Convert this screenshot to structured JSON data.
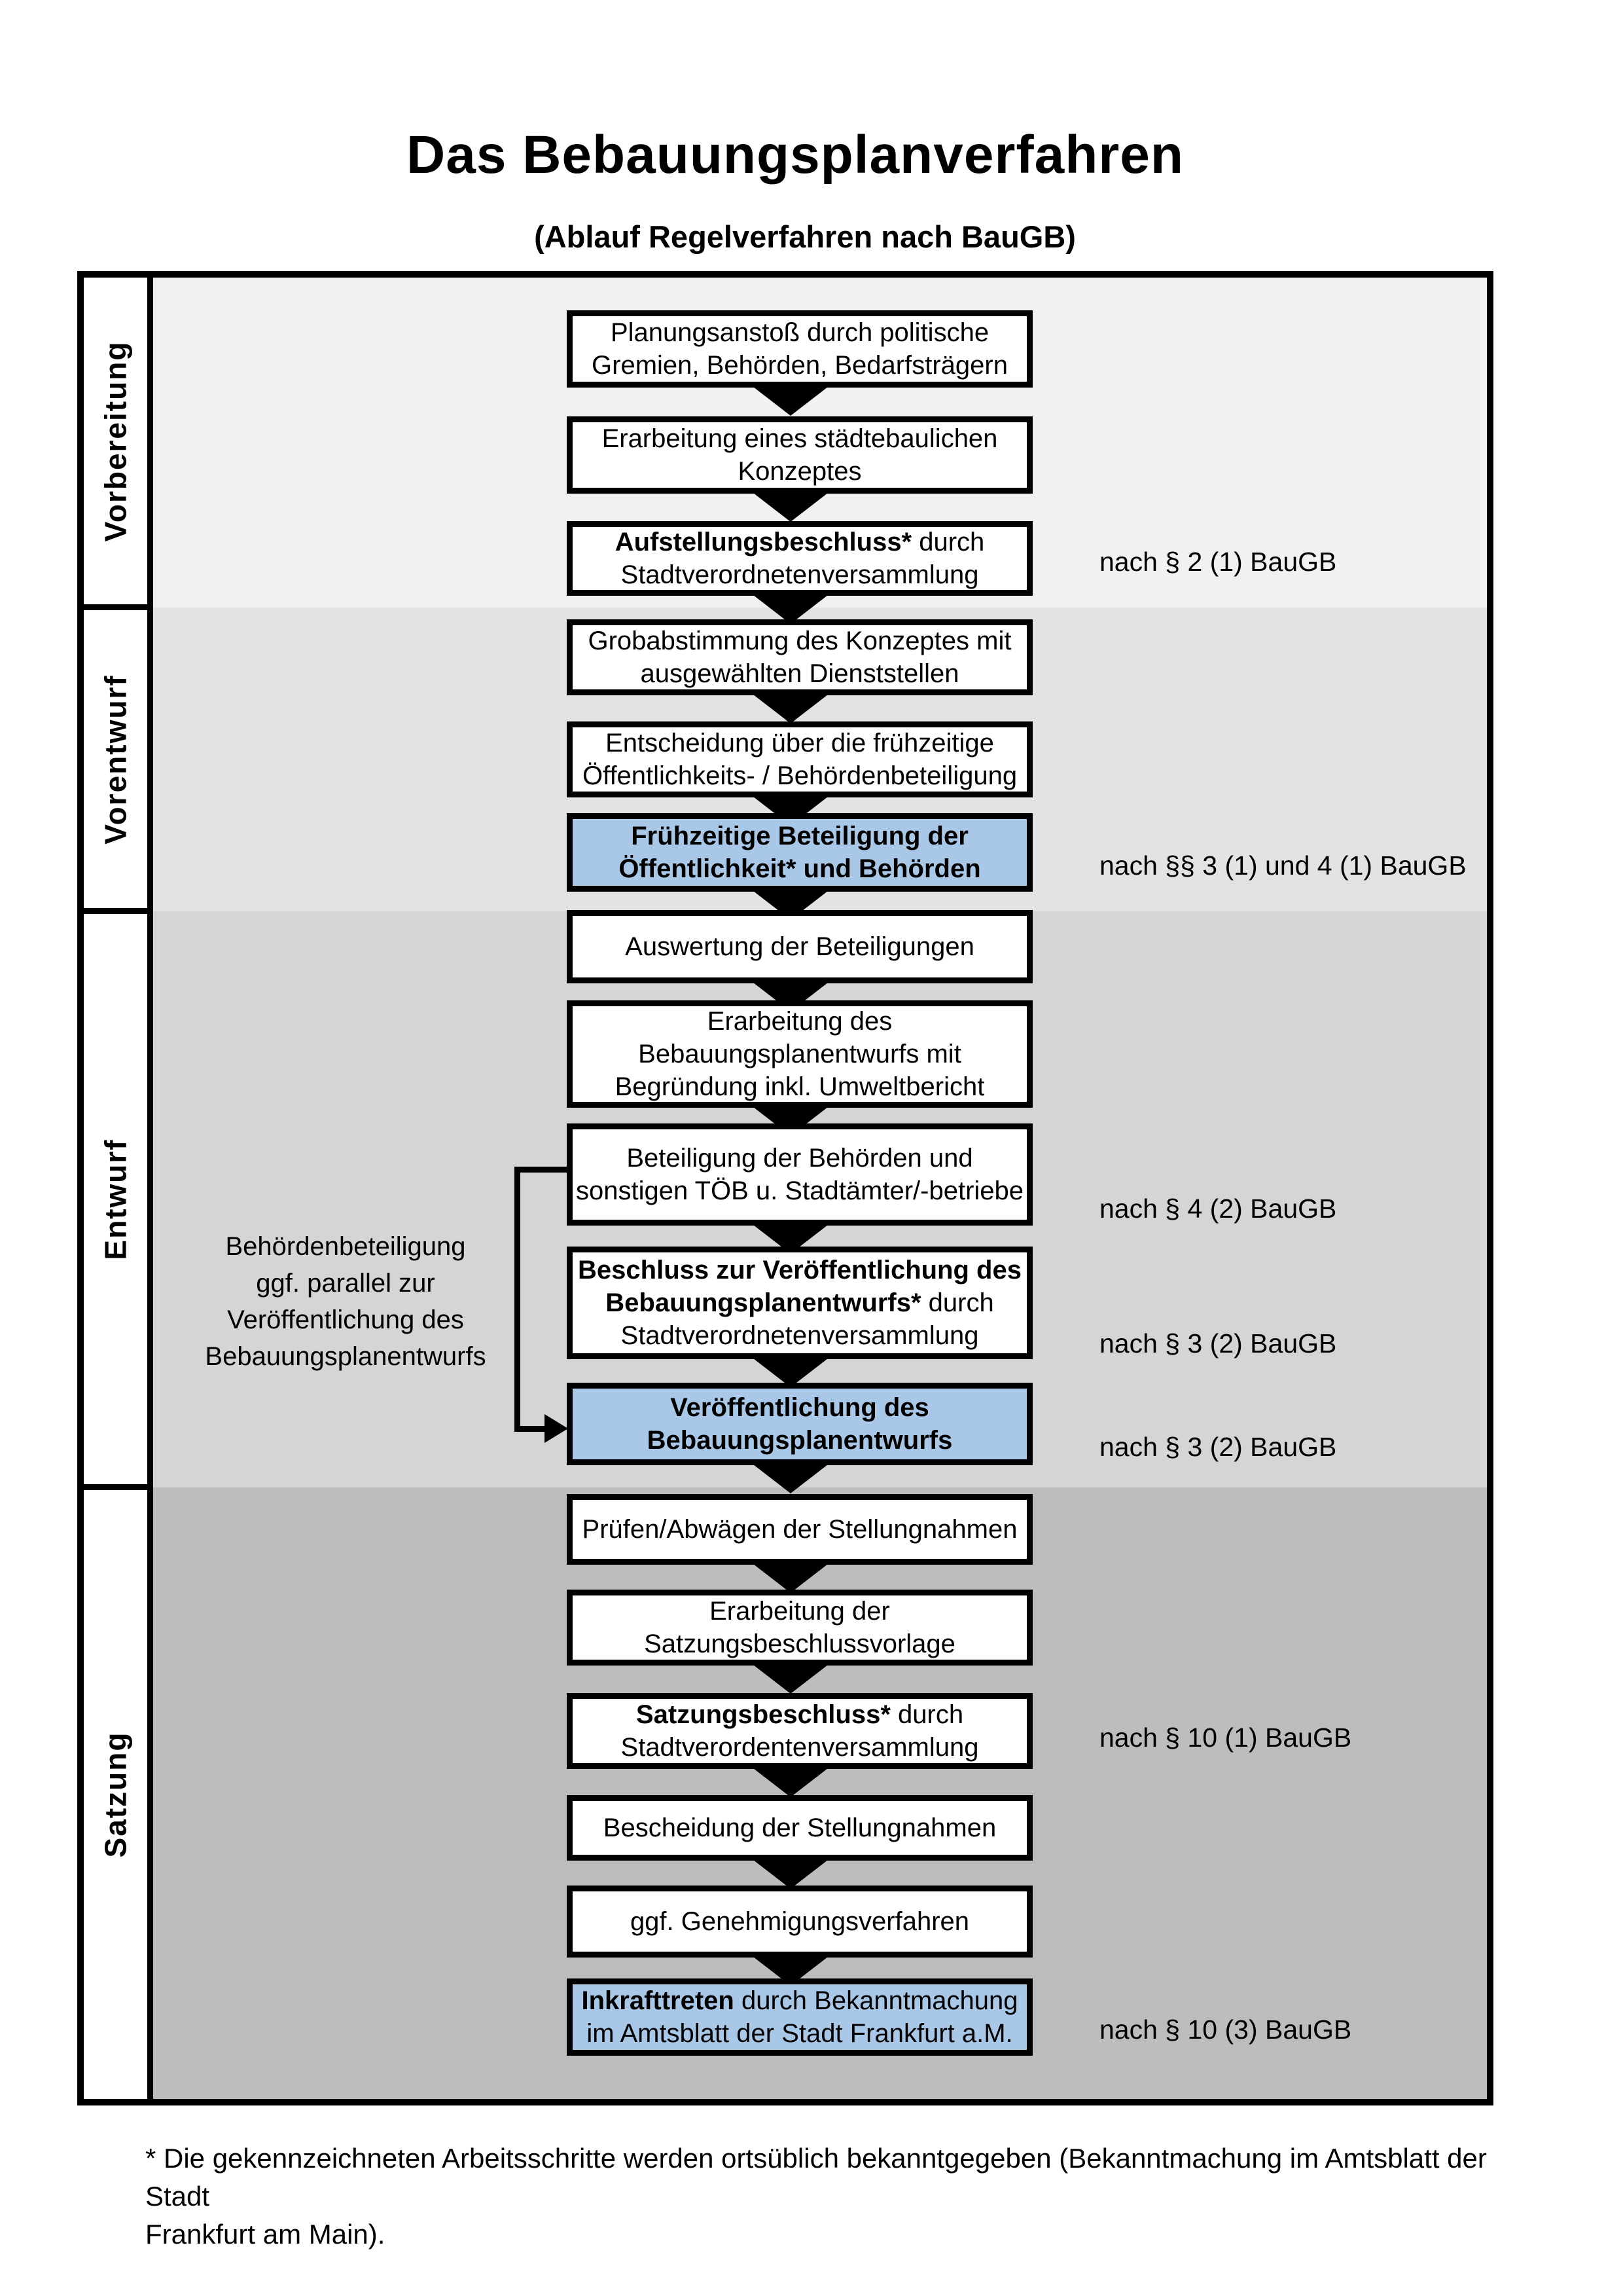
{
  "title": "Das Bebauungsplanverfahren",
  "subtitle": "(Ablauf Regelverfahren nach BauGB)",
  "sections": [
    {
      "label": "Vorbereitung"
    },
    {
      "label": "Vorentwurf"
    },
    {
      "label": "Entwurf"
    },
    {
      "label": "Satzung"
    }
  ],
  "boxes": [
    {
      "line1": "Planungsanstoß durch politische",
      "line2": "Gremien, Behörden, Bedarfsträgern"
    },
    {
      "line1": "Erarbeitung eines städtebaulichen",
      "line2": "Konzeptes"
    },
    {
      "bold1": "Aufstellungsbeschluss*",
      "rest1": " durch",
      "line2": "Stadtverordnetenversammlung"
    },
    {
      "line1": "Grobabstimmung des Konzeptes mit",
      "line2": "ausgewählten Dienststellen"
    },
    {
      "line1": "Entscheidung über die frühzeitige",
      "line2": "Öffentlichkeits- / Behördenbeteiligung"
    },
    {
      "line1": "Frühzeitige Beteiligung der",
      "line2": "Öffentlichkeit* und Behörden"
    },
    {
      "line1": "Auswertung der Beteiligungen"
    },
    {
      "line1": "Erarbeitung des",
      "line2": "Bebauungsplanentwurfs mit",
      "line3": "Begründung inkl. Umweltbericht"
    },
    {
      "line1": "Beteiligung der Behörden und",
      "line2": "sonstigen TÖB u. Stadtämter/-betriebe"
    },
    {
      "bold1": "Beschluss zur Veröffentlichung des",
      "bold2": "Bebauungsplanentwurfs*",
      "rest2": " durch",
      "line3": "Stadtverordnetenversammlung"
    },
    {
      "line1": "Veröffentlichung des",
      "line2": "Bebauungsplanentwurfs"
    },
    {
      "line1": "Prüfen/Abwägen der Stellungnahmen"
    },
    {
      "line1": "Erarbeitung der",
      "line2": "Satzungsbeschlussvorlage"
    },
    {
      "bold1": "Satzungsbeschluss*",
      "rest1": " durch",
      "line2": "Stadtverordentenversammlung"
    },
    {
      "line1": "Bescheidung der Stellungnahmen"
    },
    {
      "line1": "ggf. Genehmigungsverfahren"
    },
    {
      "bold1": "Inkrafttreten",
      "rest1": " durch Bekanntmachung",
      "line2": "im Amtsblatt der Stadt Frankfurt a.M."
    }
  ],
  "legal_refs": [
    "nach § 2 (1) BauGB",
    "nach §§ 3 (1) und 4 (1) BauGB",
    "nach § 4 (2) BauGB",
    "nach § 3 (2) BauGB",
    "nach § 3 (2) BauGB",
    "nach § 10 (1) BauGB",
    "nach § 10 (3) BauGB"
  ],
  "side_note": {
    "lines": [
      "Behördenbeteiligung",
      "ggf. parallel zur",
      "Veröffentlichung des",
      "Bebauungsplanentwurfs"
    ]
  },
  "footnote": {
    "line1": "* Die gekennzeichneten Arbeitsschritte werden ortsüblich bekanntgegeben (Bekanntmachung im Amtsblatt  der Stadt",
    "line2": "Frankfurt am Main)."
  },
  "colors": {
    "highlight_box": "#a9c8e8",
    "section_backgrounds": [
      "#f1f1f1",
      "#e3e3e3",
      "#d5d5d5",
      "#bdbdbd"
    ],
    "line_color": "#000000"
  }
}
